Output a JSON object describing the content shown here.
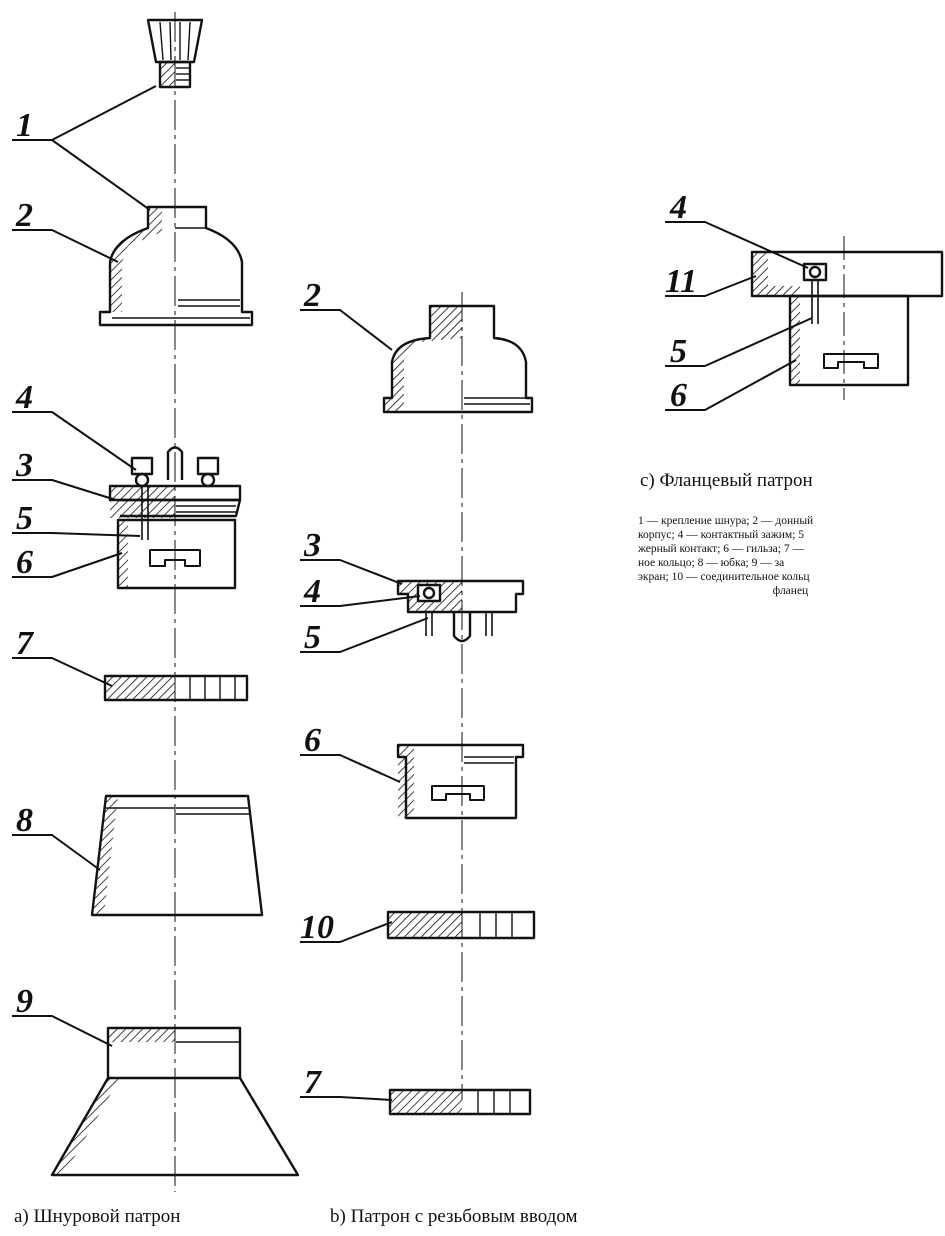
{
  "labels": {
    "a_1": "1",
    "a_2": "2",
    "a_4": "4",
    "a_3": "3",
    "a_5": "5",
    "a_6": "6",
    "a_7": "7",
    "a_8": "8",
    "a_9": "9",
    "b_2": "2",
    "b_3": "3",
    "b_4": "4",
    "b_5": "5",
    "b_6": "6",
    "b_10": "10",
    "b_7": "7",
    "c_4": "4",
    "c_11": "11",
    "c_5": "5",
    "c_6": "6"
  },
  "captions": {
    "a": "а)  Шнуровой патрон",
    "b": "b)  Патрон с резьбовым вводом",
    "c": "с)  Фланцевый патрон"
  },
  "legend": {
    "line1": "1 — крепление шнура; 2 — донный",
    "line2": "корпус; 4 — контактный зажим; 5",
    "line3": "жерный контакт; 6 — гильза; 7 —",
    "line4": "ное  кольцо;  8 — юбка;  9 — за",
    "line5": "экран; 10 — соединительное кольц",
    "line6": "фланец"
  }
}
